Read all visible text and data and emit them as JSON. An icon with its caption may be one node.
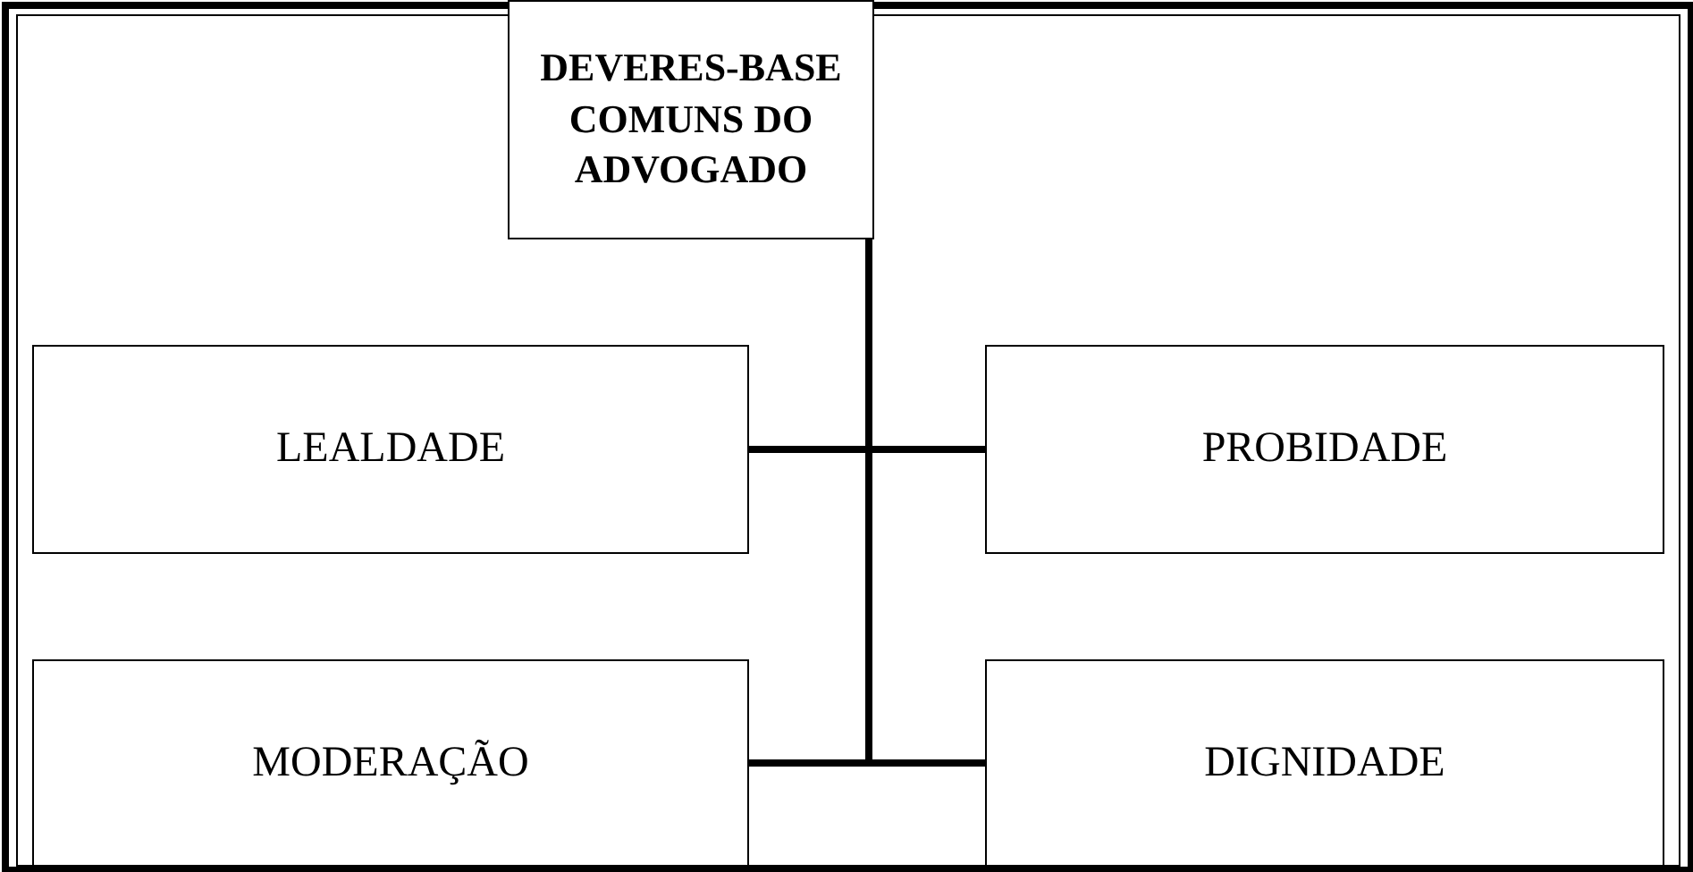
{
  "diagram": {
    "nodes": [
      {
        "text": [
          "DEVERES-BASE COMUNS DO ADVOGADO"
        ]
      },
      {
        "text": [
          "LEALDADE"
        ]
      },
      {
        "text": [
          "PROBIDADE"
        ]
      },
      {
        "text": [
          "MODERAÇÃO"
        ]
      },
      {
        "text": [
          "DIGNIDADE"
        ]
      }
    ],
    "edges": [
      {
        "from": 0,
        "to": 1,
        "arrow": "none"
      },
      {
        "from": 0,
        "to": 2,
        "arrow": "none"
      },
      {
        "from": 0,
        "to": 3,
        "arrow": "none"
      },
      {
        "from": 0,
        "to": 4,
        "arrow": "none"
      }
    ]
  }
}
